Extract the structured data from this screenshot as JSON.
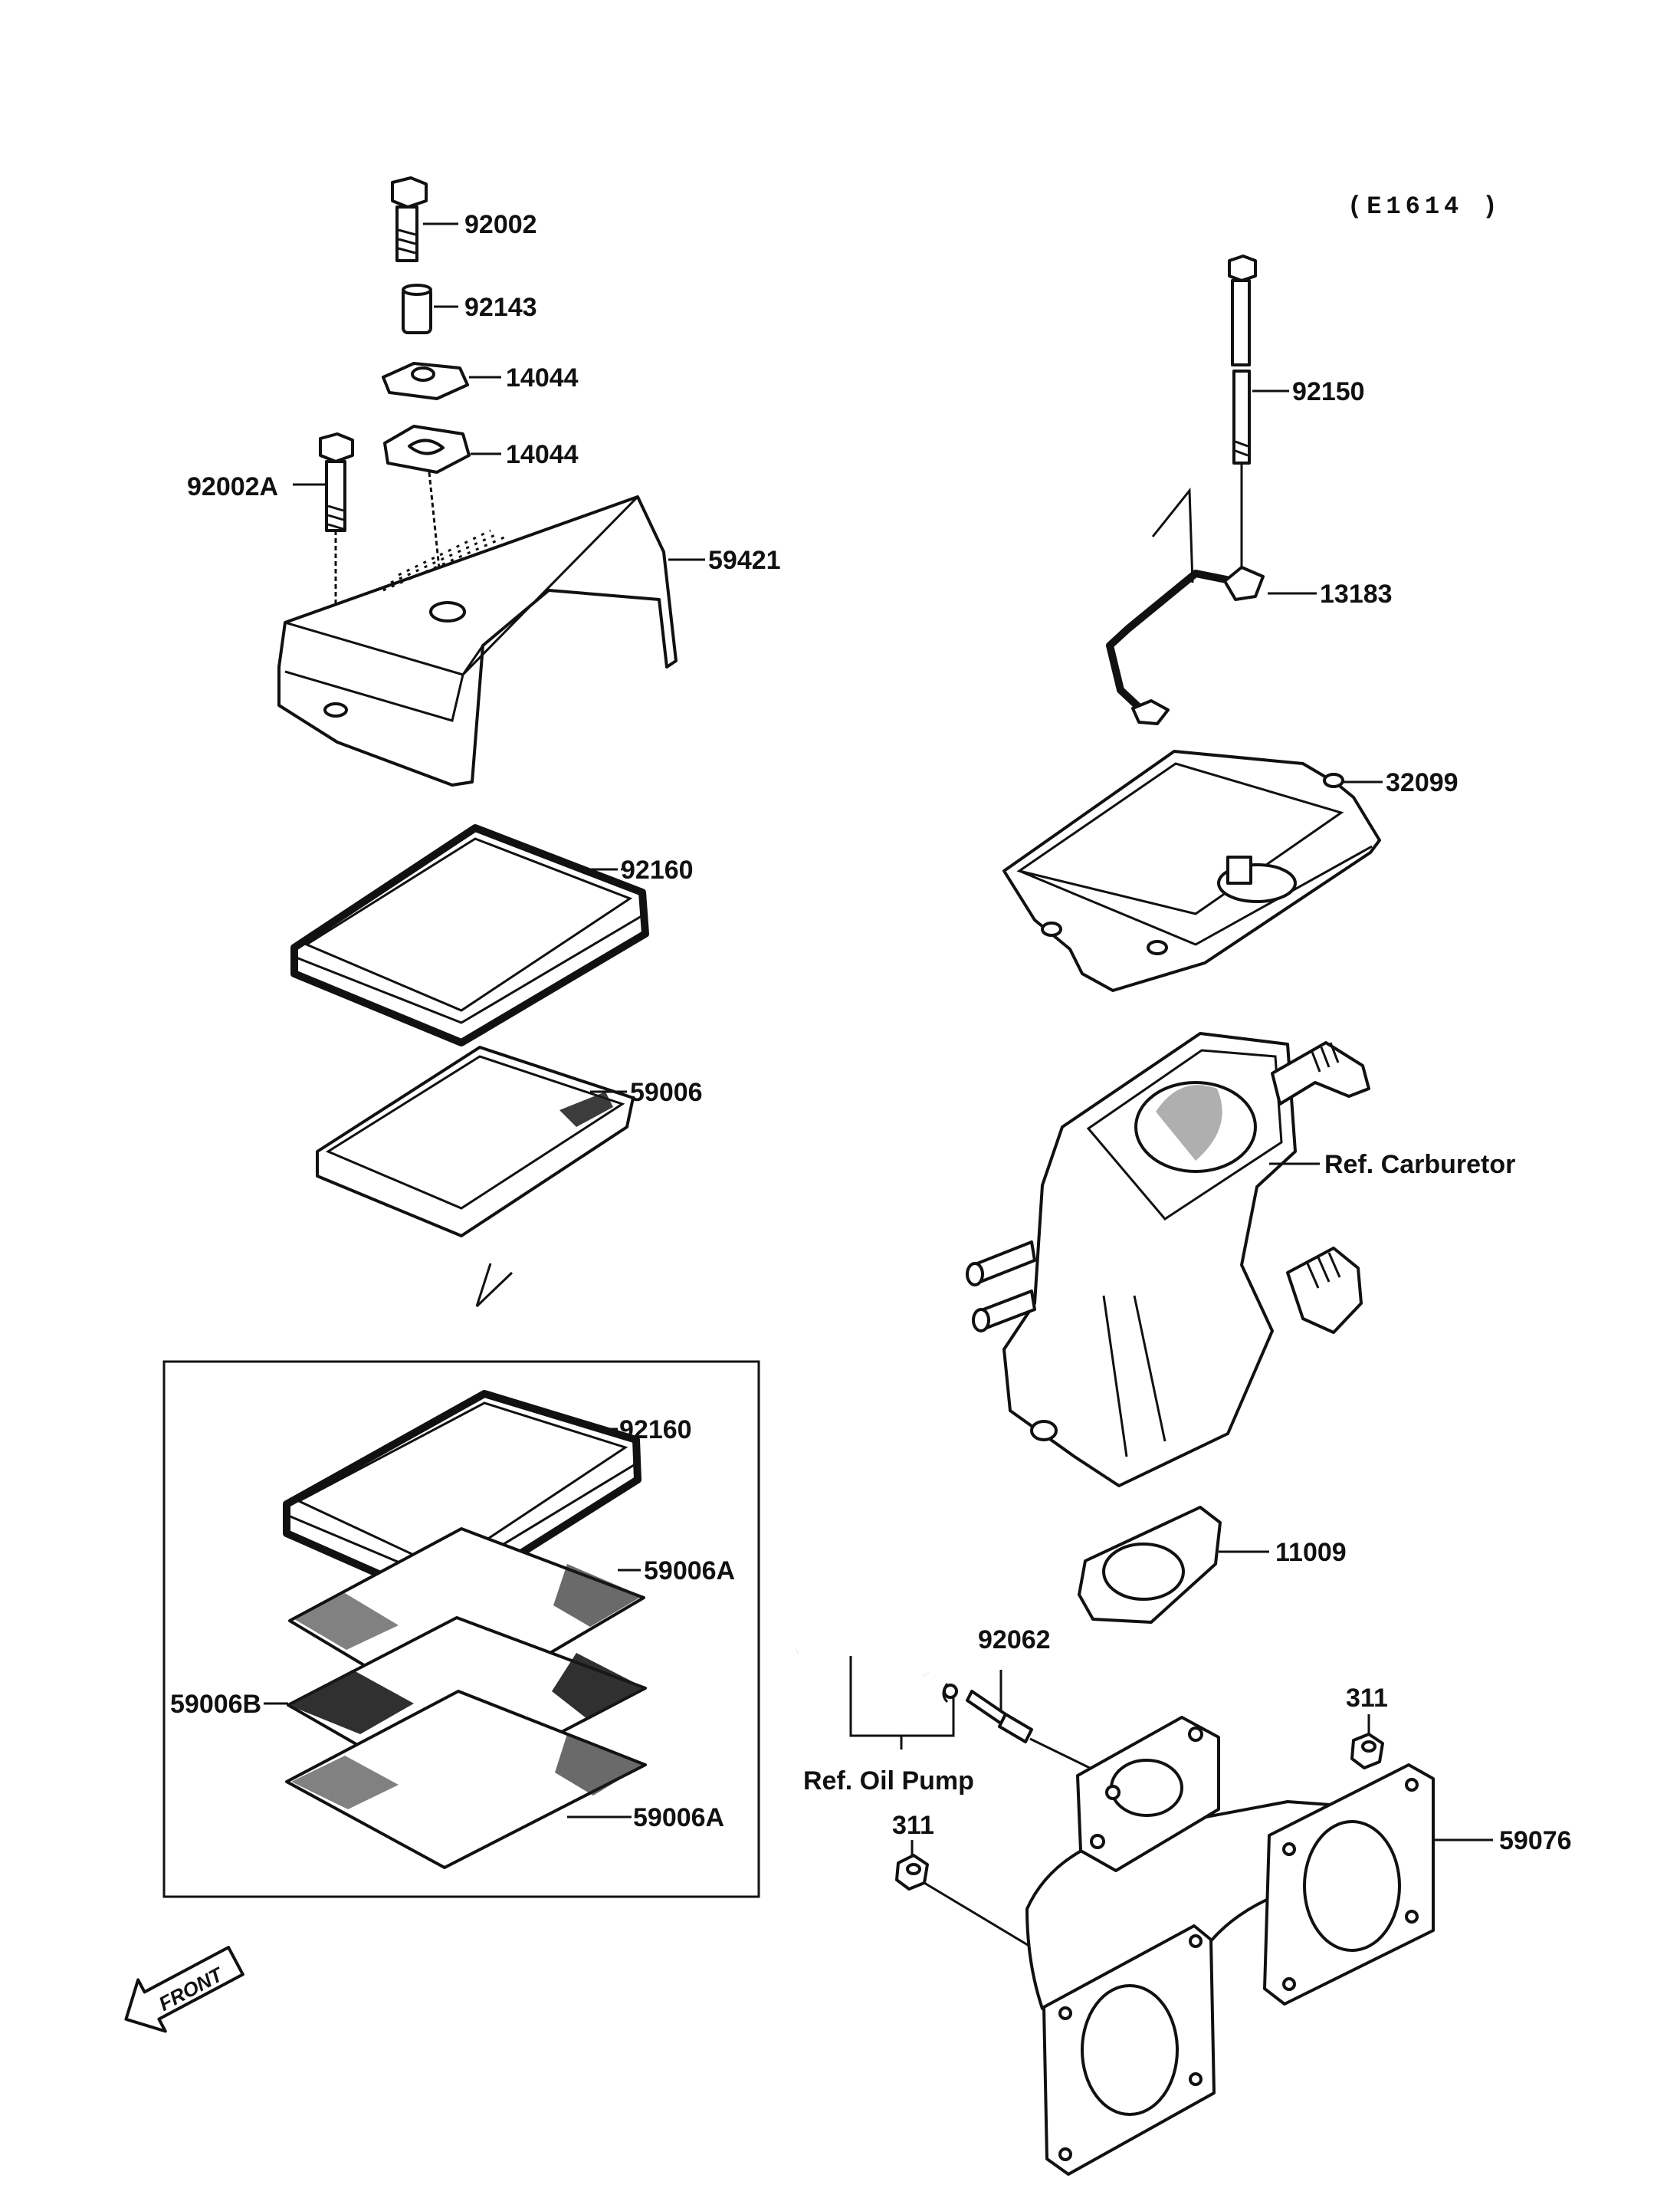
{
  "diagram_code": "(E1614 )",
  "labels": {
    "p92002": "92002",
    "p92143": "92143",
    "p14044a": "14044",
    "p14044b": "14044",
    "p92002A": "92002A",
    "p59421": "59421",
    "p92160a": "92160",
    "p59006": "59006",
    "p92160b": "92160",
    "p59006A_top": "59006A",
    "p59006B": "59006B",
    "p59006A_bot": "59006A",
    "p92150": "92150",
    "p13183": "13183",
    "p32099": "32099",
    "ref_carburetor": "Ref. Carburetor",
    "p11009": "11009",
    "p92062": "92062",
    "p311a": "311",
    "ref_oil_pump": "Ref. Oil Pump",
    "p311b": "311",
    "p59076": "59076"
  },
  "front_marker": "FRONT"
}
